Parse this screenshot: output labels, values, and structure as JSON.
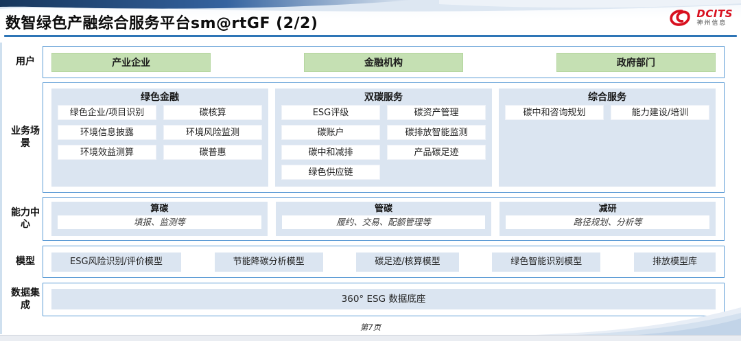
{
  "slide": {
    "title": "数智绿色产融综合服务平台sm@rtGF (2/2)",
    "page_footer": "第7页"
  },
  "logo": {
    "brand": "DCITS",
    "company": "神州信息"
  },
  "diagram": {
    "users": {
      "label": "用户",
      "items": [
        "产业企业",
        "金融机构",
        "政府部门"
      ]
    },
    "scenarios": {
      "label": "业务场景",
      "columns": [
        {
          "title": "绿色金融",
          "items": [
            "绿色企业/项目识别",
            "碳核算",
            "环境信息披露",
            "环境风险监测",
            "环境效益测算",
            "碳普惠"
          ]
        },
        {
          "title": "双碳服务",
          "items": [
            "ESG评级",
            "碳资产管理",
            "碳账户",
            "碳排放智能监测",
            "碳中和减排",
            "产品碳足迹",
            "绿色供应链"
          ]
        },
        {
          "title": "综合服务",
          "items": [
            "碳中和咨询规划",
            "能力建设/培训"
          ]
        }
      ]
    },
    "capabilities": {
      "label": "能力中心",
      "panels": [
        {
          "title": "算碳",
          "desc": "填报、监测等"
        },
        {
          "title": "管碳",
          "desc": "履约、交易、配额管理等"
        },
        {
          "title": "减研",
          "desc": "路径规划、分析等"
        }
      ]
    },
    "models": {
      "label": "模型",
      "items": [
        "ESG风险识别/评价模型",
        "节能降碳分析模型",
        "碳足迹/核算模型",
        "绿色智能识别模型",
        "排放模型库"
      ]
    },
    "data_integration": {
      "label": "数据集成",
      "item": "360° ESG 数据底座"
    }
  },
  "colors": {
    "border_blue": "#5b9bd5",
    "panel_blue": "#dbe5f1",
    "user_green": "#c5e0b3",
    "title_underline": "#2e75b6",
    "brand_red": "#d8101f"
  }
}
